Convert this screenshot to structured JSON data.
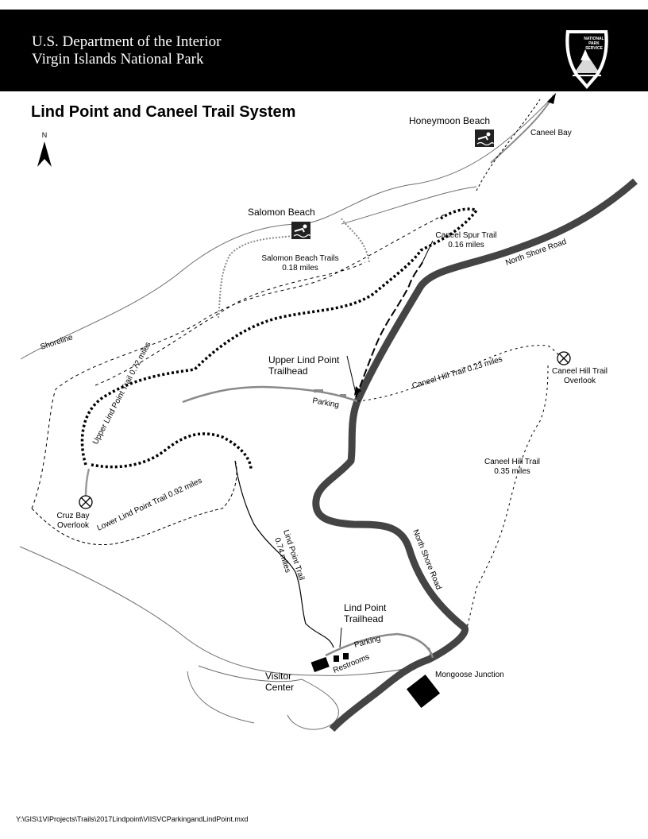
{
  "header": {
    "department": "U.S. Department of the Interior",
    "park": "Virgin Islands National Park",
    "logo_text": [
      "NATIONAL",
      "PARK",
      "SERVICE"
    ]
  },
  "title": "Lind Point and Caneel Trail System",
  "north_label": "N",
  "labels": {
    "honeymoon_beach": "Honeymoon Beach",
    "caneel_bay": "Caneel Bay",
    "salomon_beach": "Salomon Beach",
    "salomon_trails": "Salomon Beach Trails",
    "salomon_trails_len": "0.18 miles",
    "caneel_spur": "Caneel Spur Trail",
    "caneel_spur_len": "0.16 miles",
    "north_shore_road_1": "North Shore Road",
    "north_shore_road_2": "North Shore Road",
    "shoreline": "Shoreline",
    "upper_trailhead_1": "Upper Lind Point",
    "upper_trailhead_2": "Trailhead",
    "parking_upper": "Parking",
    "caneel_hill_trail_top": "Caneel Hill Trail 0.23 miles",
    "caneel_hill_overlook_1": "Caneel Hill Trail",
    "caneel_hill_overlook_2": "Overlook",
    "upper_lind_trail": "Upper Lind Point Trail 0.72 miles",
    "caneel_hill_trail_2": "Caneel Hill Trail",
    "caneel_hill_trail_2_len": "0.35 miles",
    "cruz_bay_1": "Cruz Bay",
    "cruz_bay_2": "Overlook",
    "lower_lind_trail": "Lower Lind Point Trail 0.92 miles",
    "lind_point_trail_1": "Lind Point Trail",
    "lind_point_trail_2": "0.74 miles",
    "lind_trailhead_1": "Lind Point",
    "lind_trailhead_2": "Trailhead",
    "parking_lower": "Parking",
    "restrooms": "Restrooms",
    "visitor_center_1": "Visitor",
    "visitor_center_2": "Center",
    "mongoose_junction": "Mongoose Junction"
  },
  "file_path": "Y:\\GIS\\1VIProjects\\Trails\\2017Lindpoint\\VIISVCParkingandLindPoint.mxd",
  "colors": {
    "road": "#444444",
    "shoreline": "#6e6e6e",
    "trail": "#000000",
    "spur_trail": "#8a8a8a",
    "header": "#000000"
  }
}
